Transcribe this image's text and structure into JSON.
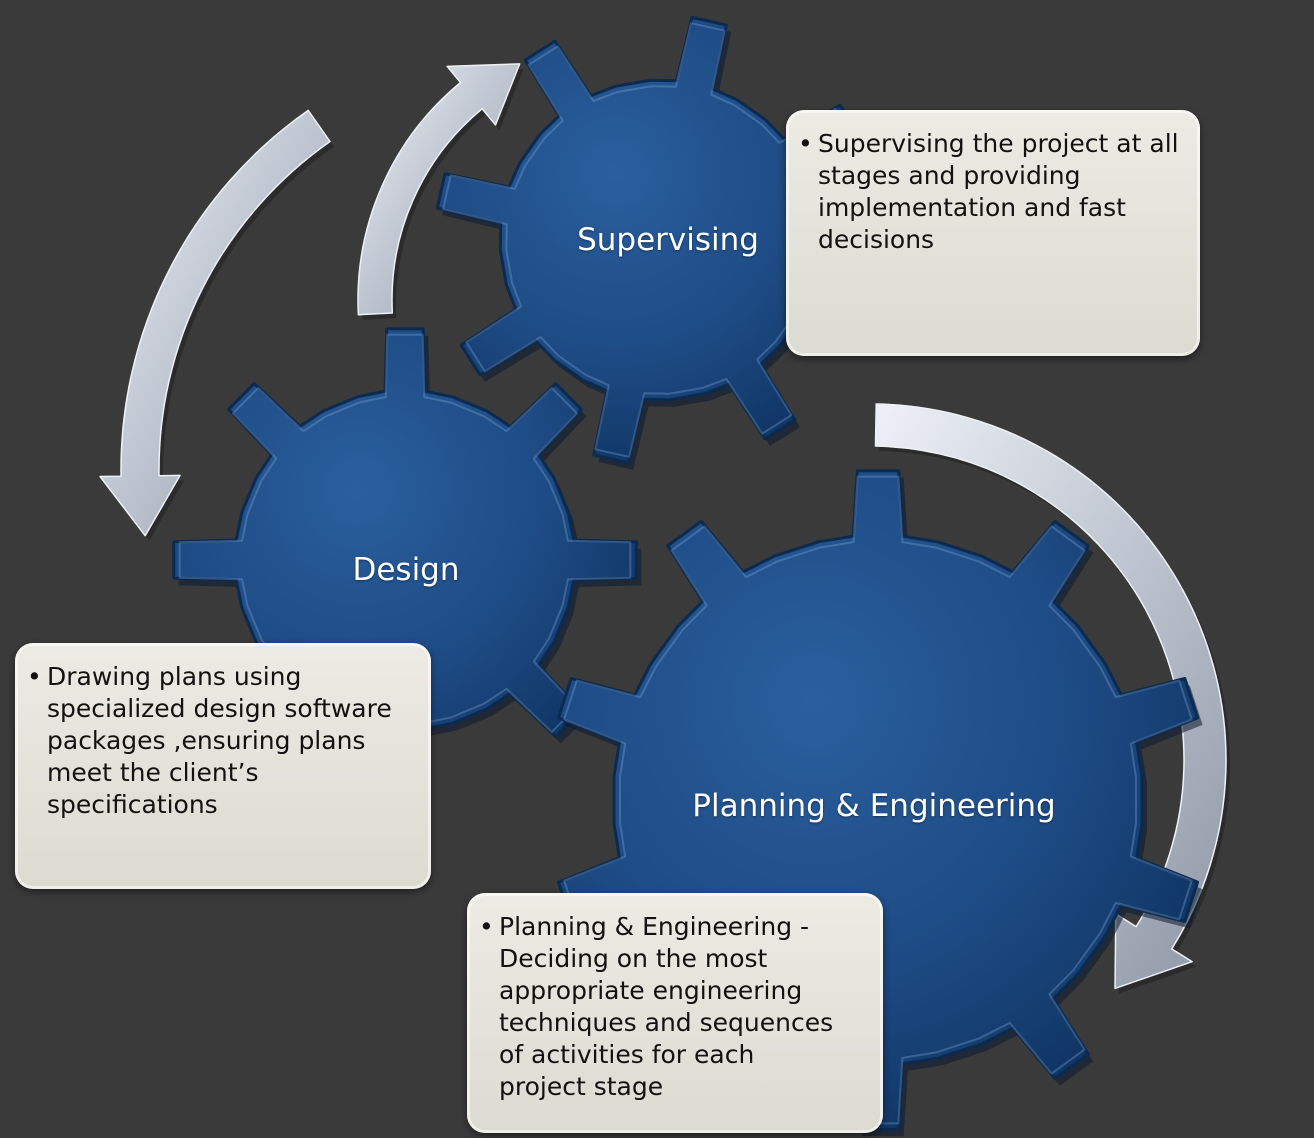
{
  "colors": {
    "background": "#3a3a3a",
    "gear_fill": "#1f4f8a",
    "gear_dark": "#0d2c52",
    "arrow": "#bfc6d2",
    "note_fill": "#e3e2d9"
  },
  "stages": [
    {
      "title": "Supervising",
      "description": "Supervising the project at all stages and providing implementation and fast decisions"
    },
    {
      "title": "Design",
      "description": "Drawing plans using specialized design software packages ,ensuring plans meet the client’s specifications"
    },
    {
      "title": "Planning & Engineering",
      "description": "Planning & Engineering - Deciding on the most appropriate engineering techniques and sequences of activities for each project stage"
    }
  ]
}
